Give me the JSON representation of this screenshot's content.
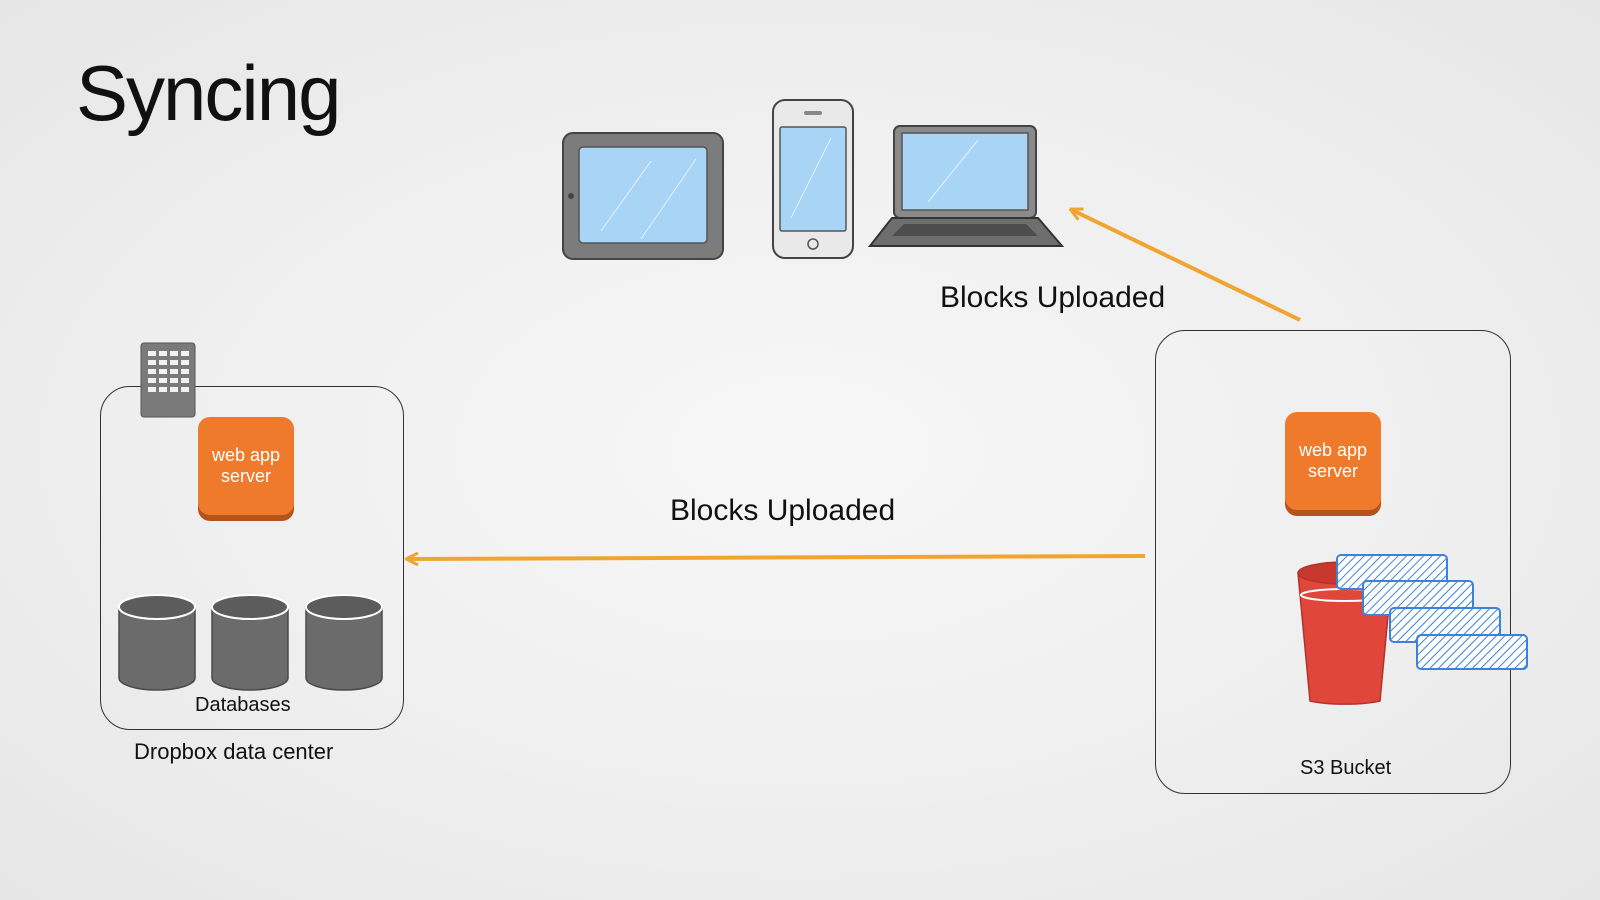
{
  "title": "Syncing",
  "arrows": {
    "upper_label": "Blocks Uploaded",
    "middle_label": "Blocks Uploaded"
  },
  "left_group": {
    "server_label_line1": "web app",
    "server_label_line2": "server",
    "databases_label": "Databases",
    "caption": "Dropbox data center",
    "icons": [
      "building-icon",
      "database-icon",
      "database-icon",
      "database-icon"
    ]
  },
  "right_group": {
    "server_label_line1": "web app",
    "server_label_line2": "server",
    "bucket_label": "S3 Bucket",
    "icons": [
      "bucket-icon",
      "block-icon"
    ]
  },
  "devices": [
    "tablet-icon",
    "phone-icon",
    "laptop-icon"
  ],
  "colors": {
    "accent_orange": "#f07a2b",
    "arrow_orange": "#f0a531",
    "bucket_red": "#e0463a",
    "block_blue": "#3a83d8",
    "database_gray": "#6b6b6b"
  }
}
